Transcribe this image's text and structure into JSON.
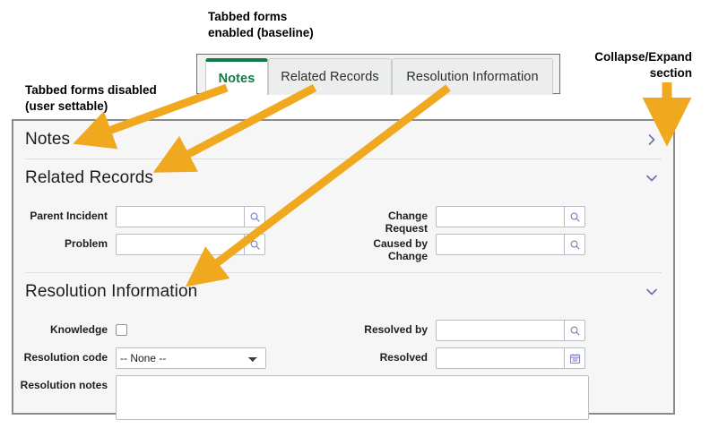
{
  "annotations": {
    "tabbed_enabled": "Tabbed forms\nenabled (baseline)",
    "tabbed_disabled": "Tabbed forms disabled\n(user settable)",
    "collapse_expand": "Collapse/Expand\nsection"
  },
  "tab_strip": {
    "tabs": [
      {
        "label": "Notes",
        "active": true
      },
      {
        "label": "Related Records",
        "active": false
      },
      {
        "label": "Resolution Information",
        "active": false
      }
    ],
    "active_color": "#137a48"
  },
  "form": {
    "sections": [
      {
        "title": "Notes",
        "state": "collapsed",
        "chevron": "chevron-right-icon"
      },
      {
        "title": "Related Records",
        "state": "expanded",
        "chevron": "chevron-down-icon"
      },
      {
        "title": "Resolution Information",
        "state": "expanded",
        "chevron": "chevron-down-icon"
      }
    ],
    "related_records": {
      "parent_incident": {
        "label": "Parent Incident",
        "value": "",
        "icon": "search-icon"
      },
      "problem": {
        "label": "Problem",
        "value": "",
        "icon": "search-icon"
      },
      "change_request": {
        "label": "Change Request",
        "value": "",
        "icon": "search-icon"
      },
      "caused_by_change": {
        "label": "Caused by\nChange",
        "value": "",
        "icon": "search-icon"
      }
    },
    "resolution_information": {
      "knowledge": {
        "label": "Knowledge",
        "checked": false
      },
      "resolution_code": {
        "label": "Resolution code",
        "value": "-- None --",
        "options": [
          "-- None --"
        ]
      },
      "resolved_by": {
        "label": "Resolved by",
        "value": "",
        "icon": "search-icon"
      },
      "resolved": {
        "label": "Resolved",
        "value": "",
        "icon": "calendar-icon"
      },
      "resolution_notes": {
        "label": "Resolution notes",
        "value": ""
      }
    }
  },
  "colors": {
    "arrow": "#F0A81E",
    "accent_green": "#137a48",
    "chevron": "#6a6fa8",
    "icon": "#7b7fc4",
    "panel_bg": "#f6f6f7",
    "panel_border": "#8b8b8b"
  }
}
